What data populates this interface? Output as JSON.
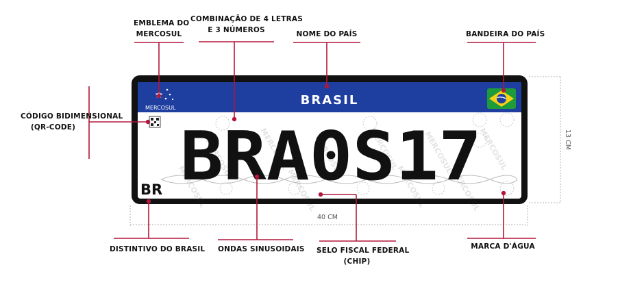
{
  "labels": {
    "emblema": [
      "EMBLEMA DO",
      "MERCOSUL"
    ],
    "combinacao": [
      "COMBINAÇÃO DE 4 LETRAS",
      "E 3 NÚMEROS"
    ],
    "nome_pais": "NOME DO PAÍS",
    "bandeira": "BANDEIRA DO PAÍS",
    "qr": [
      "CÓDIGO BIDIMENSIONAL",
      "(QR-CODE)"
    ],
    "distintivo": "DISTINTIVO DO BRASIL",
    "ondas": "ONDAS SINUSOIDAIS",
    "selo": [
      "SELO FISCAL FEDERAL",
      "(CHIP)"
    ],
    "marca": "MARCA D'ÁGUA"
  },
  "plate": {
    "country": "BRASIL",
    "mercosul": "MERCOSUL",
    "number": "BRA0S17",
    "distintivo": "BR",
    "watermark": "MERCOSUL"
  },
  "dimensions": {
    "width": "40 CM",
    "height": "13 CM"
  },
  "colors": {
    "accent": "#b4163a",
    "plate_blue": "#1f3fa0",
    "plate_border": "#111111"
  }
}
